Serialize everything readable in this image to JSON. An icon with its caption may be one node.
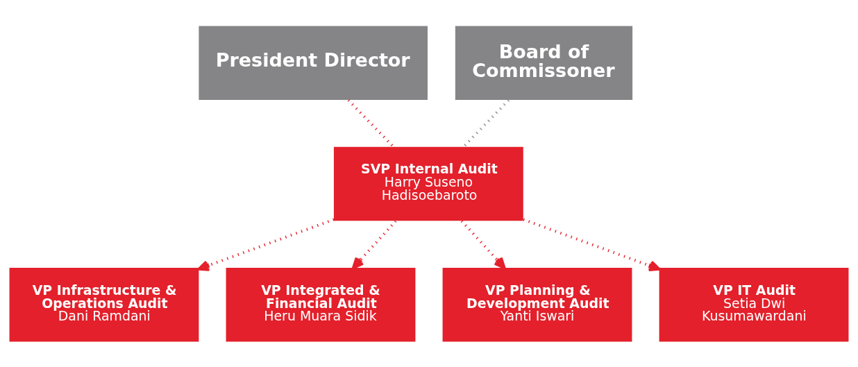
{
  "diagram": {
    "nodes": [
      {
        "text": [
          "President Director"
        ]
      },
      {
        "text": [
          "Board of Commissoner"
        ]
      },
      {
        "text": [
          "SVP Internal Audit",
          "Harry Suseno Hadisoebaroto"
        ]
      },
      {
        "text": [
          "VP Infrastructure & Operations Audit",
          "Dani Ramdani"
        ]
      },
      {
        "text": [
          "VP Integrated & Financial Audit",
          "Heru Muara Sidik"
        ]
      },
      {
        "text": [
          "VP Planning & Development Audit",
          "Yanti Iswari"
        ]
      },
      {
        "text": [
          "VP IT Audit",
          "Setia Dwi Kusumawardani"
        ]
      }
    ],
    "edges": [
      {
        "from": 0,
        "to": 2,
        "arrow": "none"
      },
      {
        "from": 1,
        "to": 2,
        "arrow": "none",
        "color": "#8a8a8c"
      },
      {
        "from": 2,
        "to": 3,
        "arrow": "to"
      },
      {
        "from": 2,
        "to": 4,
        "arrow": "to"
      },
      {
        "from": 2,
        "to": 5,
        "arrow": "to"
      },
      {
        "from": 2,
        "to": 6,
        "arrow": "to"
      }
    ]
  }
}
